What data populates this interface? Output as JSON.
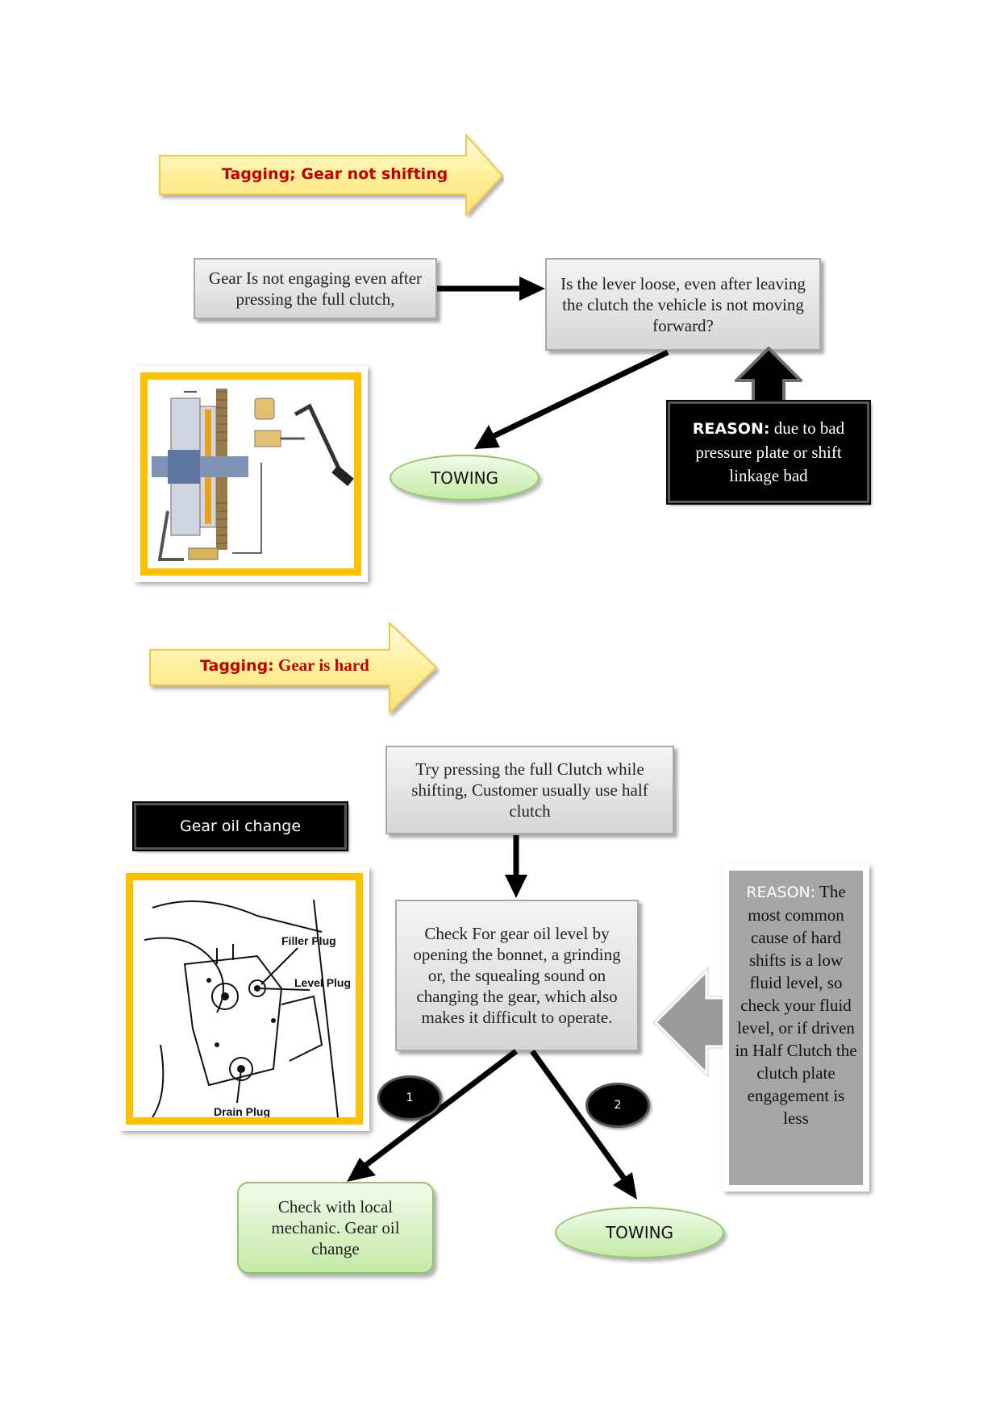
{
  "section1": {
    "tag_prefix": "Tagging; Gear not shifting",
    "step1": "Gear Is not engaging even after pressing the full clutch,",
    "step2": "Is the lever loose, even after leaving the clutch the vehicle is not moving forward?",
    "outcome": "TOWING",
    "reason_label": "REASON:",
    "reason_text": " due to bad pressure plate or shift linkage bad"
  },
  "section2": {
    "tag_prefix": "Tagging:",
    "tag_title": " Gear is hard",
    "gear_oil_label": "Gear oil change",
    "step1": "Try pressing the full Clutch while shifting, Customer usually use half clutch",
    "step2": "Check For gear oil level by opening the bonnet, a grinding or, the squealing sound on changing the gear, which also makes it difficult to operate.",
    "option1_badge": "1",
    "option2_badge": "2",
    "option1_outcome": "Check with local mechanic. Gear oil change",
    "option2_outcome": "TOWING",
    "reason_label": "REASON:",
    "reason_text": " The most common cause of hard shifts is a low fluid level, so check your fluid level, or if driven in Half Clutch the clutch plate engagement is less",
    "diagram_labels": {
      "filler": "Filler Plug",
      "level": "Level Plug",
      "drain": "Drain Plug"
    }
  },
  "colors": {
    "tag_text": "#c00000",
    "tag_arrow_fill": "#fff2a8",
    "frame": "#ffc000",
    "green_fill": "#d9f2c4",
    "reason_grey": "#a6a6a6"
  }
}
